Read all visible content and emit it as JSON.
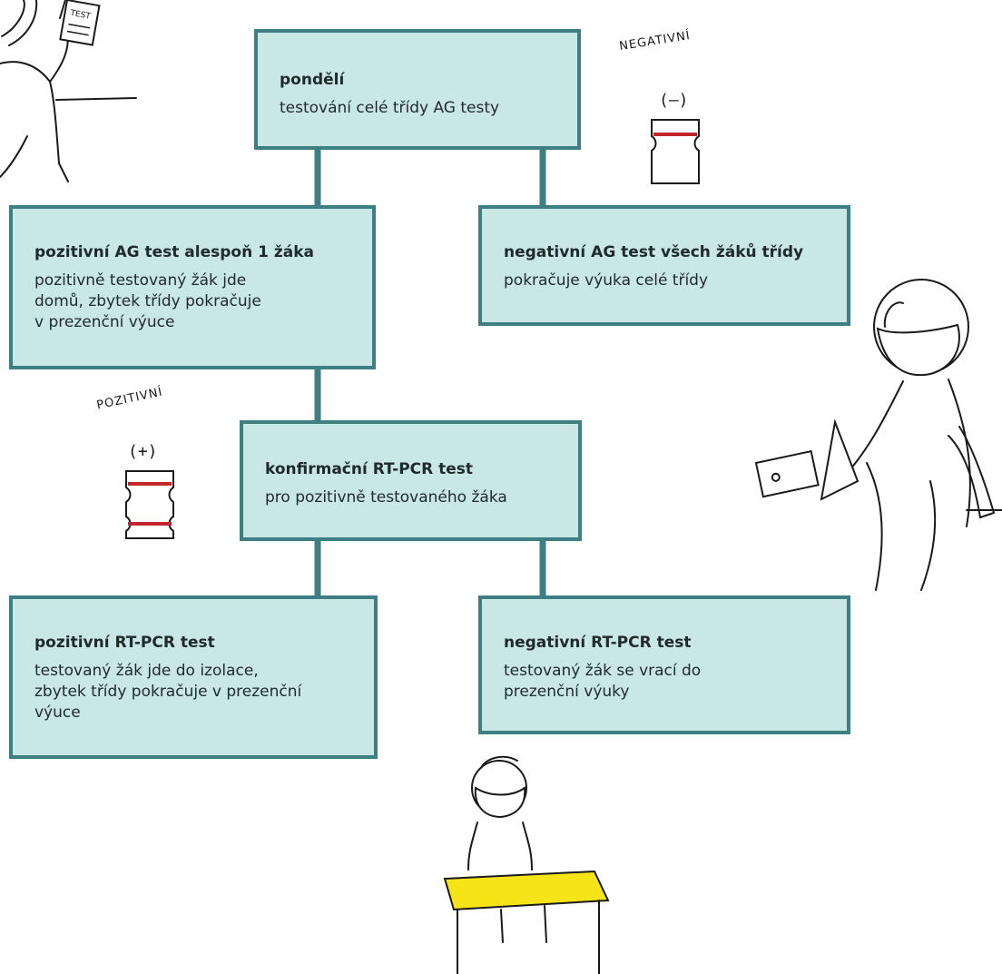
{
  "boxes": {
    "monday": {
      "title": "pondělí",
      "body": "testování celé třídy AG testy"
    },
    "positive_ag": {
      "title": "pozitivní AG test alespoň 1 žáka",
      "body": "pozitivně testovaný žák jde\ndomů, zbytek třídy pokračuje\nv prezenční výuce"
    },
    "negative_ag": {
      "title": "negativní AG test všech žáků třídy",
      "body": "pokračuje výuka celé třídy"
    },
    "confirm_pcr": {
      "title": "konfirmační RT-PCR test",
      "body": "pro pozitivně testovaného žáka"
    },
    "positive_pcr": {
      "title": "pozitivní RT-PCR test",
      "body": "testovaný žák jde do izolace,\nzbytek třídy pokračuje v prezenční\nvýuce"
    },
    "negative_pcr": {
      "title": "negativní RT-PCR test",
      "body": "testovaný žák se vrací do\nprezenční výuky"
    }
  },
  "labels": {
    "negative": "NEGATIVNÍ",
    "positive": "POZITIVNÍ",
    "negative_symbol": "(—)",
    "positive_symbol": "(+)",
    "test_card": "TEST"
  },
  "colors": {
    "box_fill": "#c9e7e5",
    "box_border": "#3d7f82",
    "test_stripe": "#c0262b",
    "desk_top": "#f6e318"
  }
}
